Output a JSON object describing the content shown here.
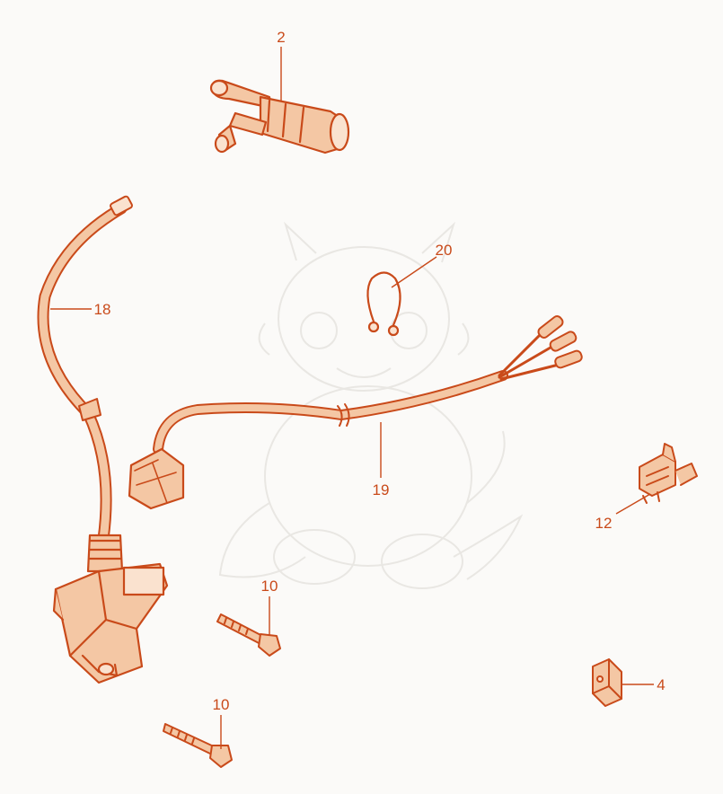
{
  "colors": {
    "ink": "#c94a1a",
    "fill": "#f4c7a4",
    "fill_light": "#fae2cf",
    "watermark": "#e9e7e3",
    "background": "#fbfaf8"
  },
  "parts": [
    {
      "id": "spark-plug-cap",
      "label": "2"
    },
    {
      "id": "clip",
      "label": "20"
    },
    {
      "id": "high-tension-wire",
      "label": "18"
    },
    {
      "id": "wire-harness",
      "label": "19"
    },
    {
      "id": "connector-clip",
      "label": "12"
    },
    {
      "id": "bolt-upper",
      "label": "10"
    },
    {
      "id": "bolt-lower",
      "label": "10"
    },
    {
      "id": "rubber-mount",
      "label": "4"
    }
  ]
}
